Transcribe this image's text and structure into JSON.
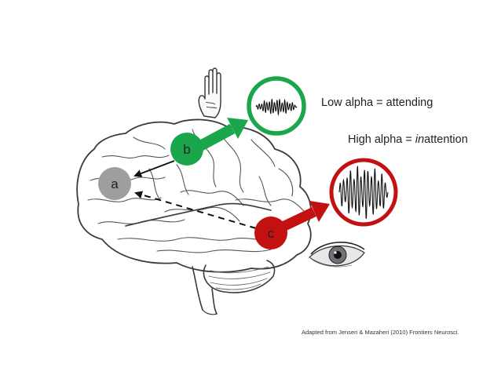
{
  "nodes": {
    "a": {
      "label": "a",
      "color": "#9e9e9e"
    },
    "b": {
      "label": "b",
      "color": "#1aa64a"
    },
    "c": {
      "label": "c",
      "color": "#c31010"
    }
  },
  "signals": {
    "low": {
      "ring_color": "#1aa64a"
    },
    "high": {
      "ring_color": "#c31010"
    }
  },
  "labels": {
    "low_alpha": "Low alpha = attending",
    "high_alpha_prefix": "High alpha = ",
    "high_alpha_italic": "in",
    "high_alpha_suffix": "attention"
  },
  "caption": "Adapted from Jensen & Mazaheri (2010) Frontiers Neurosci.",
  "icons": [
    "hand-icon",
    "eye-icon",
    "brain-illustration"
  ]
}
